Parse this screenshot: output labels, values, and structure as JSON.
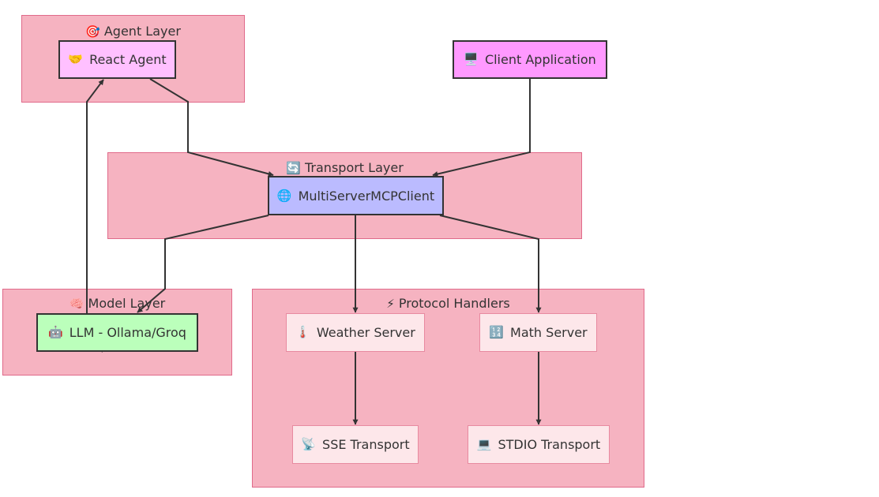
{
  "layers": {
    "agent": {
      "title": "Agent Layer",
      "icon": "target-icon"
    },
    "transport": {
      "title": "Transport Layer",
      "icon": "refresh-icon"
    },
    "model": {
      "title": "Model Layer",
      "icon": "brain-icon"
    },
    "protocol": {
      "title": "Protocol Handlers",
      "icon": "lightning-icon"
    }
  },
  "nodes": {
    "react_agent": {
      "label": "React Agent",
      "icon": "handshake-icon",
      "color": "#ffc0ff"
    },
    "client_app": {
      "label": "Client Application",
      "icon": "monitor-icon",
      "color": "#ff99ff"
    },
    "mcp_client": {
      "label": "MultiServerMCPClient",
      "icon": "globe-icon",
      "color": "#bbbbff"
    },
    "llm": {
      "label": "LLM - Ollama/Groq",
      "icon": "robot-icon",
      "color": "#bbffbb"
    },
    "weather": {
      "label": "Weather Server",
      "icon": "thermometer-icon"
    },
    "math": {
      "label": "Math Server",
      "icon": "numbers-icon"
    },
    "sse": {
      "label": "SSE Transport",
      "icon": "satellite-icon"
    },
    "stdio": {
      "label": "STDIO Transport",
      "icon": "laptop-icon"
    }
  },
  "colors": {
    "layer_fill": "#f6b3c1",
    "layer_border": "#e06a8a",
    "edge": "#333333"
  }
}
